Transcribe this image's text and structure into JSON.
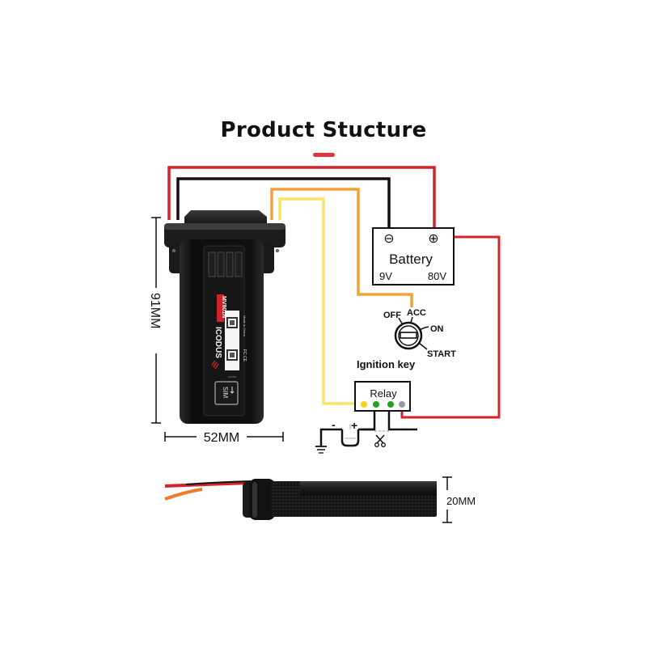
{
  "title": "Product Stucture",
  "colors": {
    "accent_red": "#e8323a",
    "wire_red": "#d3242b",
    "wire_black": "#111111",
    "wire_orange": "#f0a23a",
    "wire_yellow": "#fbe36a",
    "device_body": "#141414",
    "relay_dot_green": "#22a322",
    "relay_dot_gray": "#9a9a9a"
  },
  "battery": {
    "label": "Battery",
    "negative_symbol": "⊖",
    "positive_symbol": "⊕",
    "voltage_min": "9V",
    "voltage_max": "80V"
  },
  "ignition": {
    "label": "Ignition key",
    "positions": [
      "OFF",
      "ACC",
      "ON",
      "START"
    ]
  },
  "relay": {
    "label": "Relay",
    "minus": "-",
    "plus": "+"
  },
  "device": {
    "brand": "ICODUS",
    "model": "MV901N",
    "sim_label": "SIM",
    "made_in": "Made in China",
    "certs": "FC CE"
  },
  "dimensions": {
    "height": "91MM",
    "width": "52MM",
    "thickness": "20MM"
  }
}
